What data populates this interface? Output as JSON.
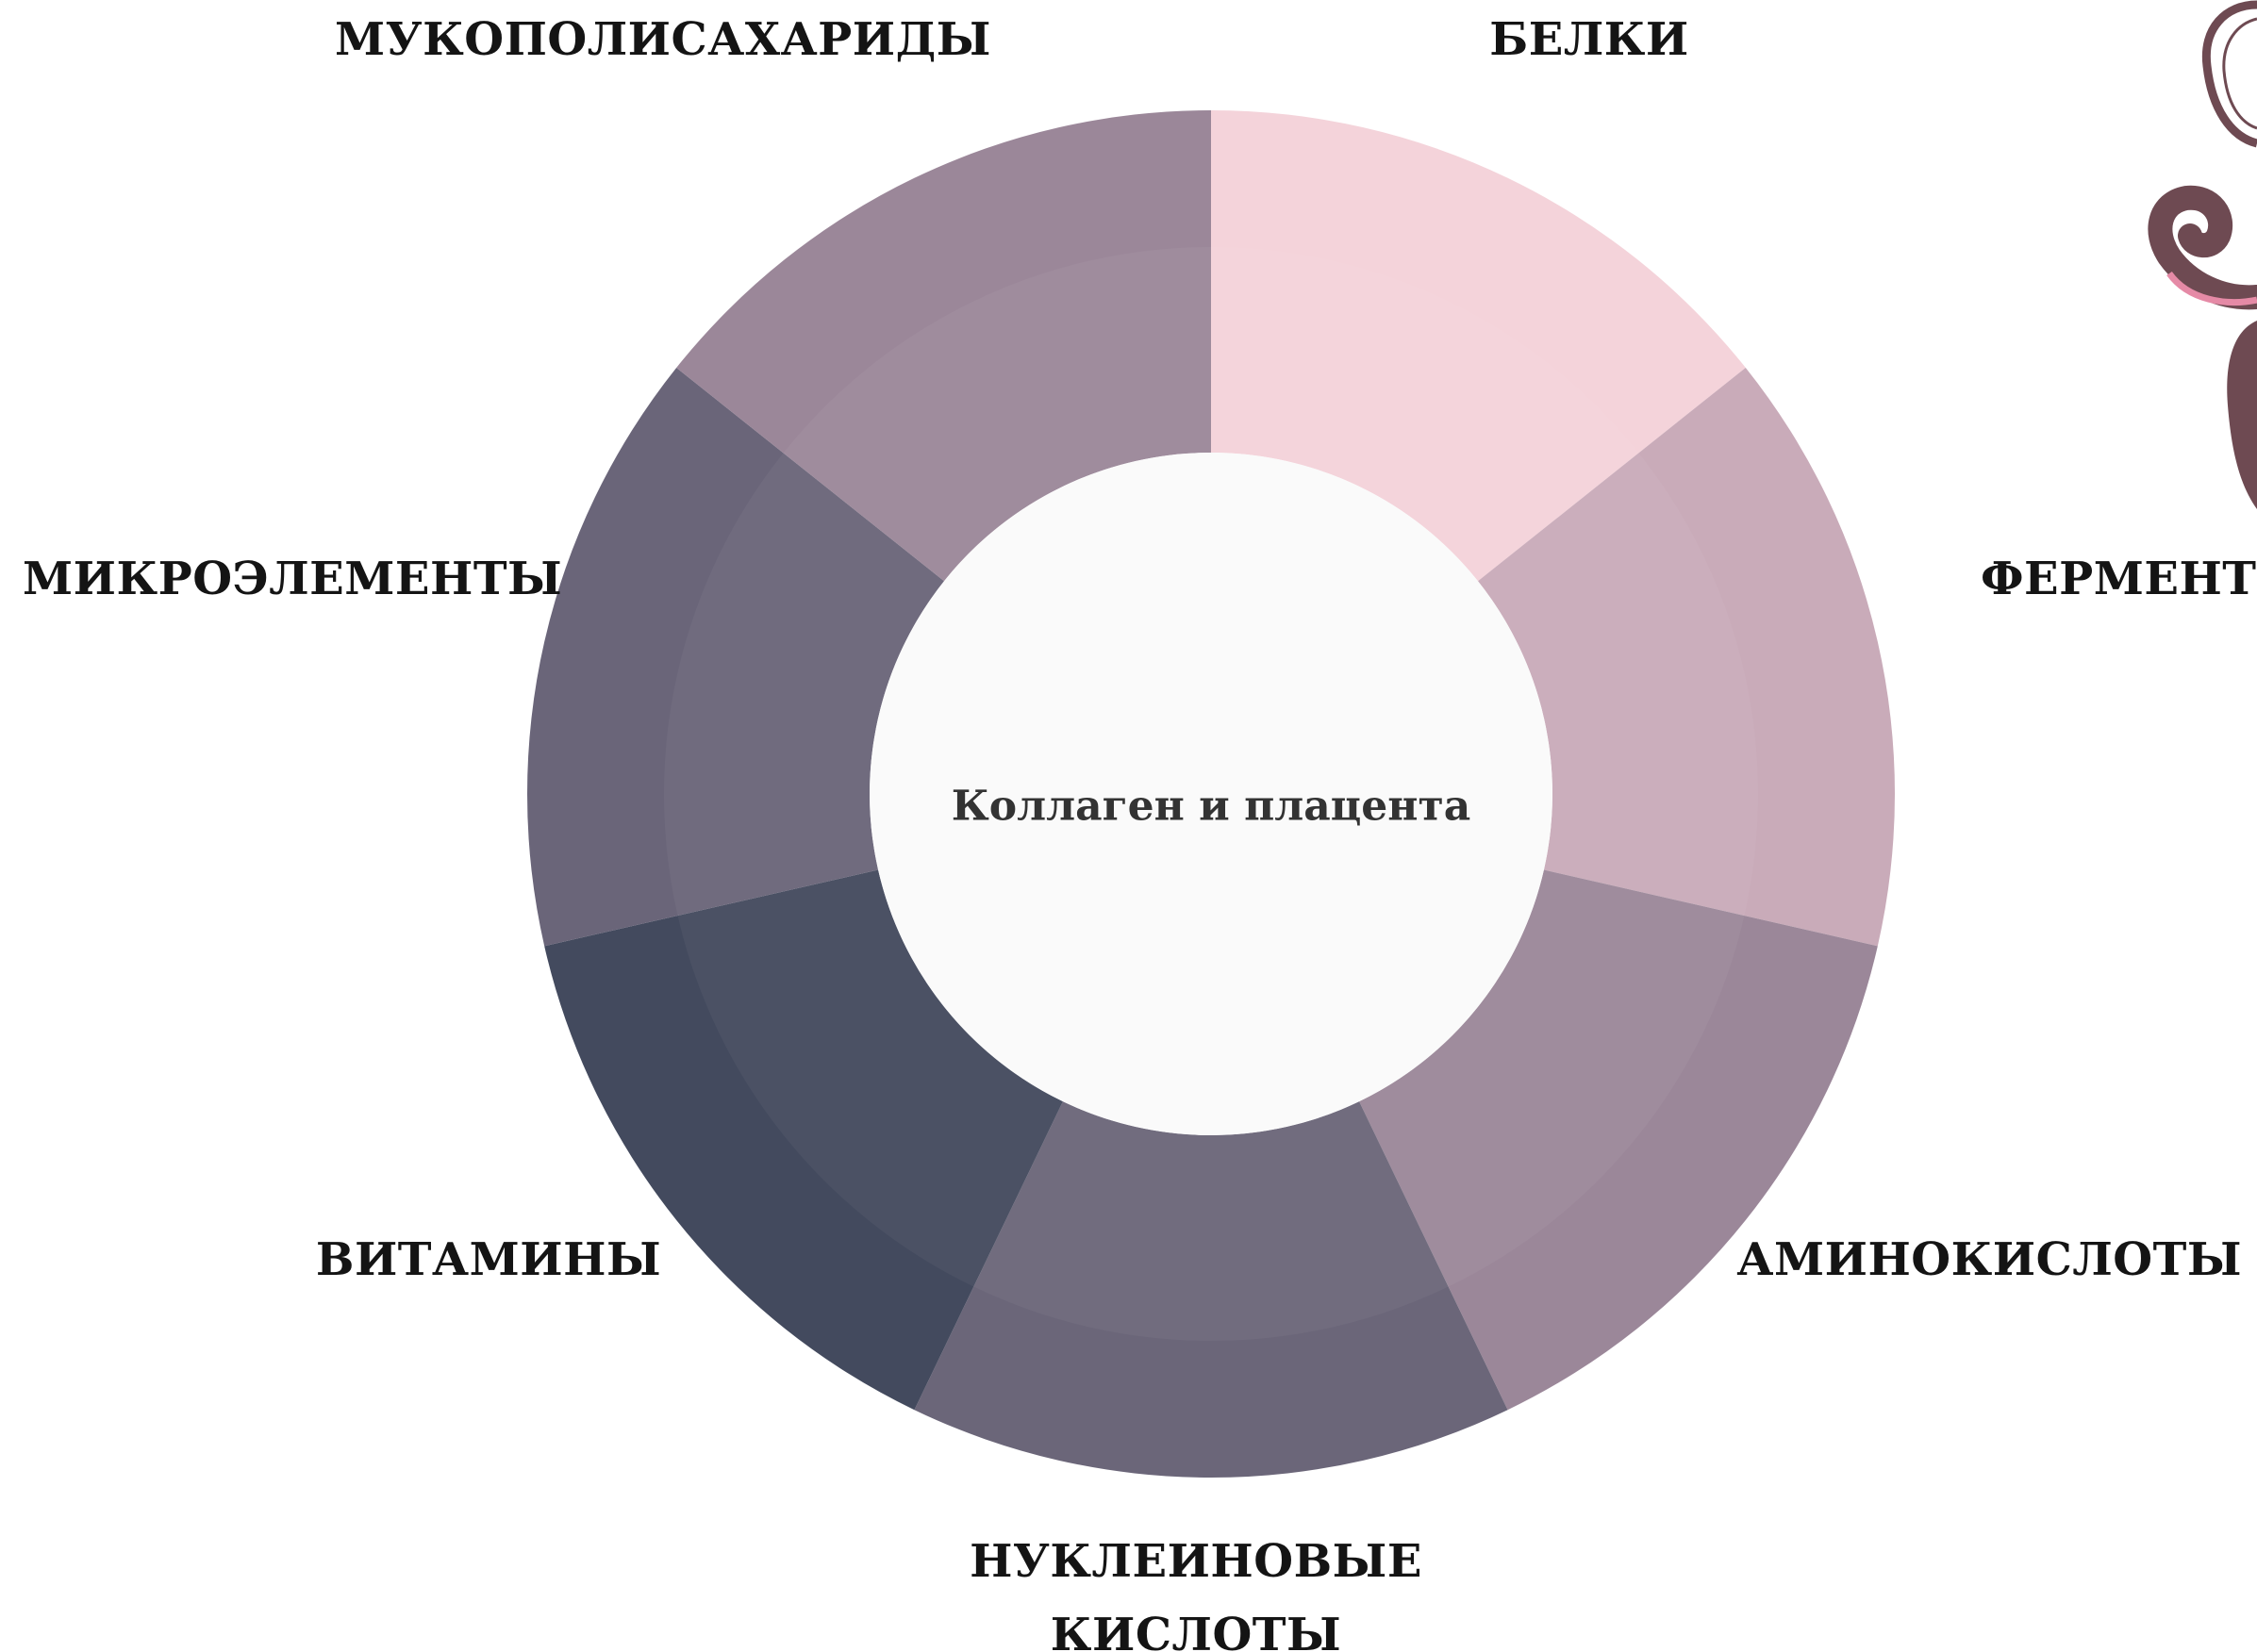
{
  "center_label": "Коллаген и плацента",
  "segments": [
    {
      "label_lines": [
        "БЕЛКИ"
      ],
      "color": "#f4d3da"
    },
    {
      "label_lines": [
        "ФЕРМЕНТЫ"
      ],
      "color": "#c9abb9"
    },
    {
      "label_lines": [
        "АМИНОКИСЛОТЫ"
      ],
      "color": "#9b8799"
    },
    {
      "label_lines": [
        "НУКЛЕИНОВЫЕ",
        "КИСЛОТЫ"
      ],
      "color": "#6b6679"
    },
    {
      "label_lines": [
        "ВИТАМИНЫ"
      ],
      "color": "#434a5e"
    },
    {
      "label_lines": [
        "МИКРОЭЛЕМЕНТЫ"
      ],
      "color": "#6a6579"
    },
    {
      "label_lines": [
        "МУКОПОЛИСАХАРИДЫ"
      ],
      "color": "#9b8799"
    }
  ],
  "colors": {
    "center_fill": "#fafafa",
    "ornament_dark": "#6e4a52",
    "ornament_pink": "#e58aa6"
  },
  "icons": [
    "decorative-ornament-icon"
  ]
}
